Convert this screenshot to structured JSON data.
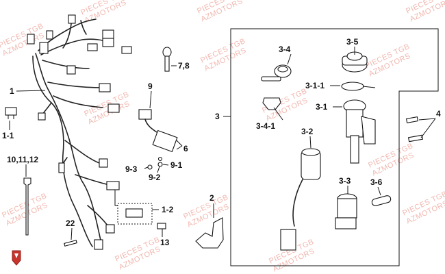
{
  "watermark": {
    "line1": "PIECES TGB",
    "line2": "AZMOTORS",
    "color": "#f1b8b0"
  },
  "logo": {
    "name": "azmotors-shield-logo",
    "color": "#c8342c"
  },
  "callouts": {
    "p1": "1",
    "p1_1": "1-1",
    "p1_2": "1-2",
    "p2": "2",
    "p3": "3",
    "p3_1": "3-1",
    "p3_1_1": "3-1-1",
    "p3_2": "3-2",
    "p3_3": "3-3",
    "p3_4": "3-4",
    "p3_4_1": "3-4-1",
    "p3_5": "3-5",
    "p3_6": "3-6",
    "p4": "4",
    "p6": "6",
    "p7_8": "7,8",
    "p9": "9",
    "p9_1": "9-1",
    "p9_2": "9-2",
    "p9_3": "9-3",
    "p10_11_12": "10,11,12",
    "p13": "13",
    "p22": "22"
  }
}
